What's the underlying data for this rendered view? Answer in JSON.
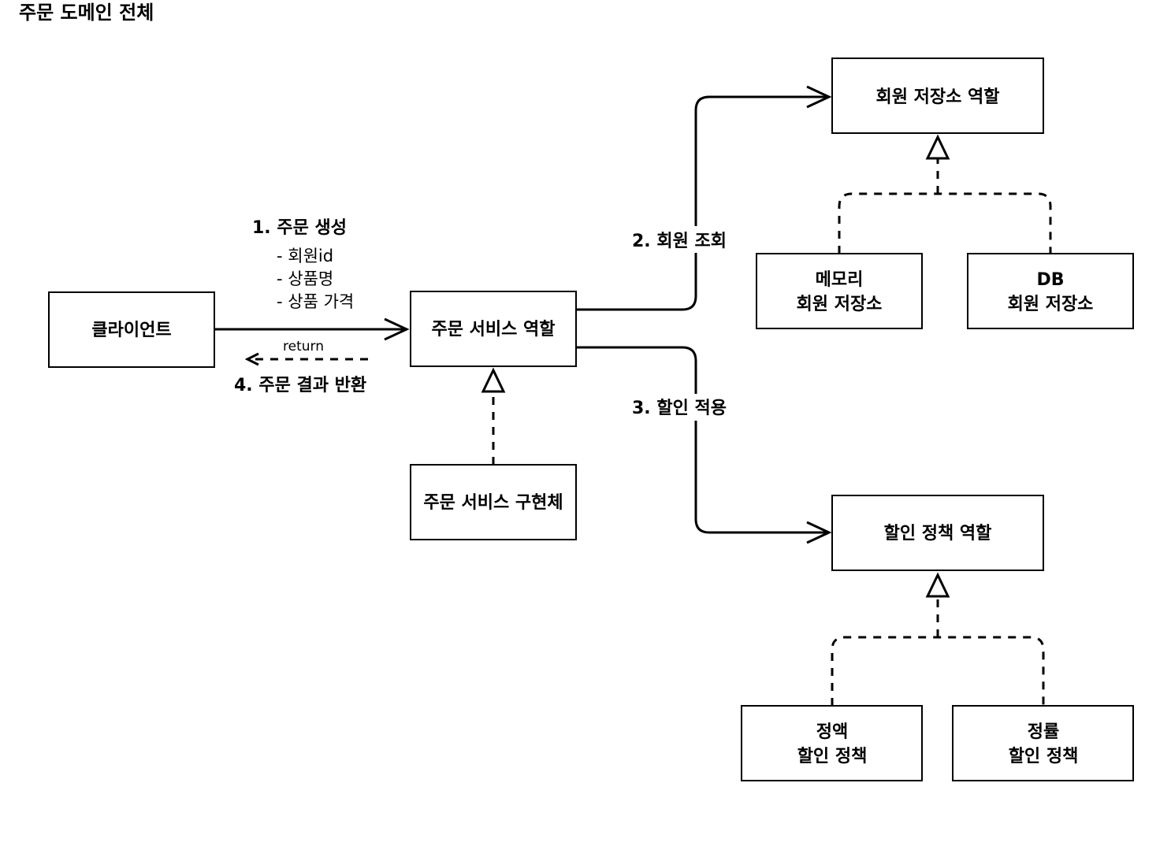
{
  "title": "주문 도메인 전체",
  "nodes": {
    "client": {
      "label": "클라이언트"
    },
    "order_service_role": {
      "label": "주문 서비스 역할"
    },
    "order_service_impl": {
      "label": "주문 서비스 구현체"
    },
    "member_repo_role": {
      "label": "회원 저장소 역할"
    },
    "memory_member_repo": {
      "line1": "메모리",
      "line2": "회원 저장소"
    },
    "db_member_repo": {
      "line1": "DB",
      "line2": "회원 저장소"
    },
    "discount_policy_role": {
      "label": "할인 정책 역할"
    },
    "fixed_discount_policy": {
      "line1": "정액",
      "line2": "할인 정책"
    },
    "rate_discount_policy": {
      "line1": "정률",
      "line2": "할인 정책"
    }
  },
  "edges": {
    "create_order": {
      "label": "1. 주문 생성",
      "params": [
        "- 회원id",
        "- 상품명",
        "- 상품 가격"
      ]
    },
    "return_result": {
      "small_label": "return",
      "label": "4. 주문 결과 반환"
    },
    "member_lookup": {
      "label": "2. 회원 조회"
    },
    "apply_discount": {
      "label": "3. 할인 적용"
    }
  }
}
